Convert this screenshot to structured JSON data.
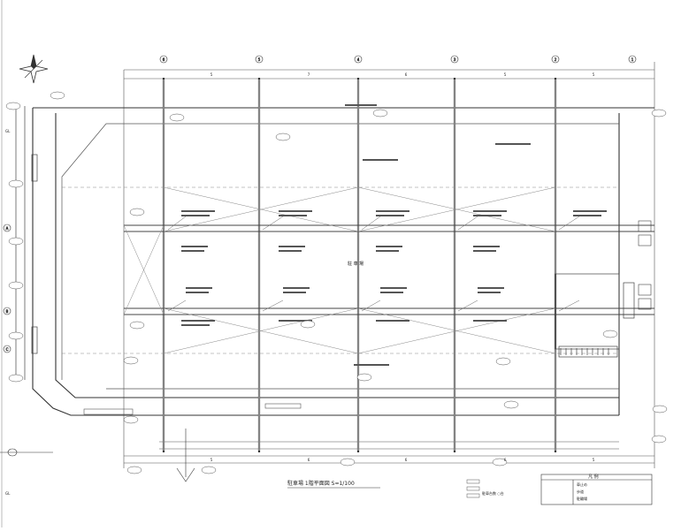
{
  "drawing": {
    "title": "駐車場 1階平面図 S=1/100",
    "center_label": "駐 車 場",
    "top_dims": [
      "5",
      "7",
      "6",
      "5",
      "5"
    ],
    "bottom_dims": [
      "5",
      "6",
      "6",
      "6",
      "5"
    ],
    "col_markers": [
      "6",
      "5",
      "4",
      "3",
      "2",
      "1"
    ],
    "row_markers": [
      "A",
      "B",
      "C"
    ],
    "side_labels": [
      "GL",
      "GL"
    ],
    "legend": {
      "heading": "凡 例",
      "items": [
        "車止め",
        "歩道",
        "駐輪場"
      ]
    },
    "notes": [
      "駐車台数 ○台"
    ]
  },
  "colors": {
    "line": "#3a3a3a",
    "thin": "#777777",
    "paper": "#ffffff"
  },
  "icons": [
    "north-arrow-icon",
    "column-marker-icon",
    "stair-icon"
  ]
}
